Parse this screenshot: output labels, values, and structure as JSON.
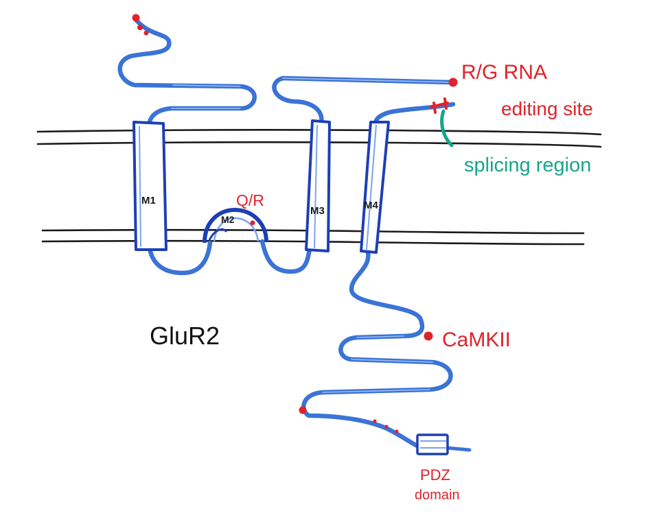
{
  "protein_name": "GluR2",
  "segments": {
    "m1": "M1",
    "m2": "M2",
    "m3": "M3",
    "m4": "M4"
  },
  "labels": {
    "qr_site": "Q/R",
    "rg_line1": "R/G RNA",
    "rg_line2": "editing site",
    "splicing": "splicing region",
    "camkii": "CaMKII",
    "pdz_line1": "PDZ",
    "pdz_line2": "domain"
  },
  "colors": {
    "chain": "#3b73d6",
    "chain_light": "#7aa3ee",
    "helix": "#1d3fb5",
    "membrane": "#1a1a1a",
    "site": "#e0222a",
    "splicing": "#17a58a",
    "text_black": "#111111"
  }
}
